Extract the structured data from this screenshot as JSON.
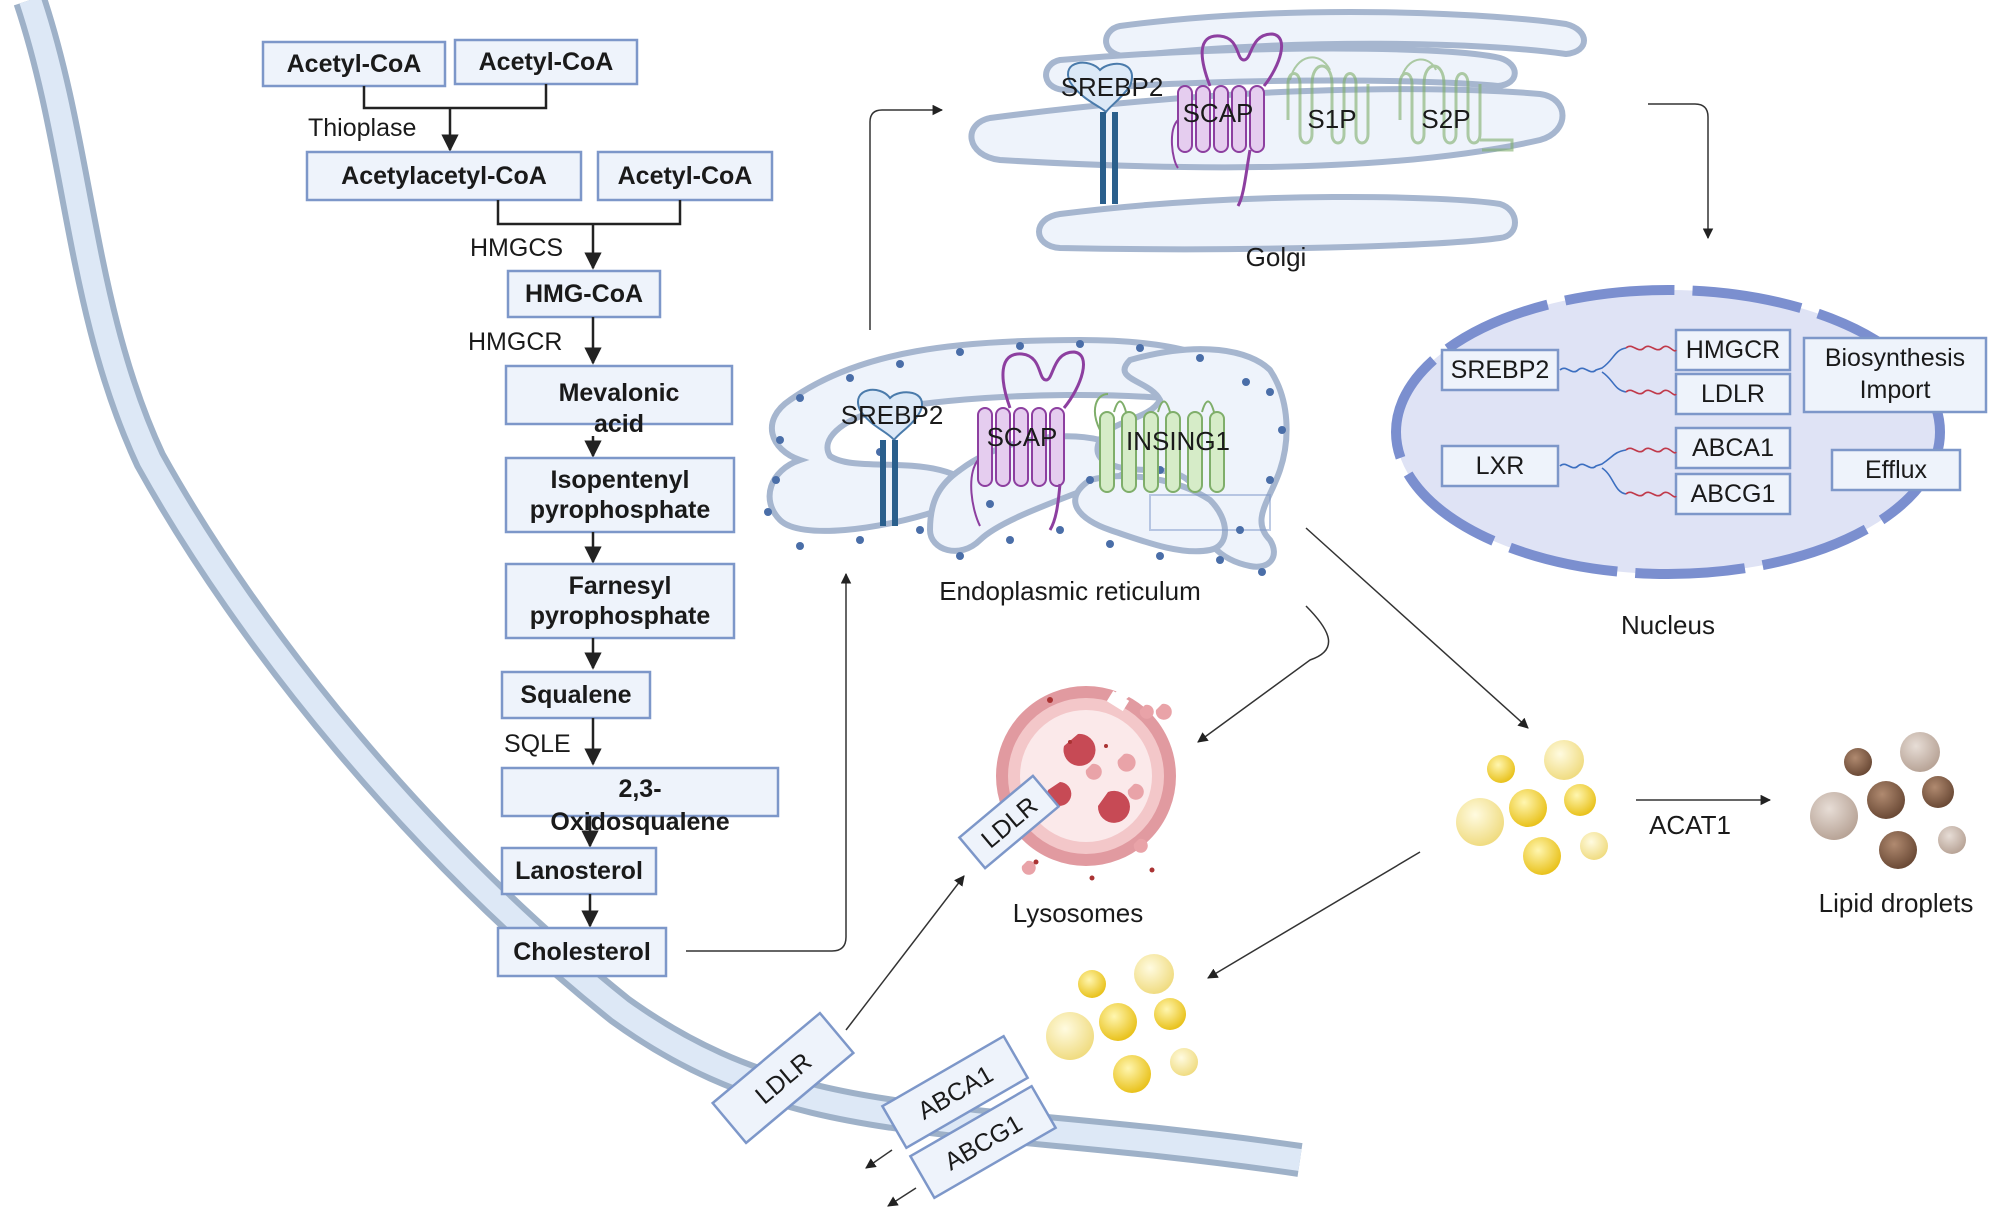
{
  "pathway": {
    "acetyl_coa": "Acetyl-CoA",
    "thioplase": "Thioplase",
    "acetylacetyl_coa": "Acetylacetyl-CoA",
    "hmgcs": "HMGCS",
    "hmg_coa": "HMG-CoA",
    "hmgcr": "HMGCR",
    "mevalonic_acid": [
      "Mevalonic",
      "acid"
    ],
    "ipp": [
      "Isopentenyl",
      "pyrophosphate"
    ],
    "fpp": [
      "Farnesyl",
      "pyrophosphate"
    ],
    "squalene": "Squalene",
    "sqle": "SQLE",
    "oxidosqualene": [
      "2,3-",
      "Oxidosqualene"
    ],
    "lanosterol": "Lanosterol",
    "cholesterol": "Cholesterol"
  },
  "golgi": {
    "label": "Golgi",
    "srebp2": "SREBP2",
    "scap": "SCAP",
    "s1p": "S1P",
    "s2p": "S2P"
  },
  "er": {
    "label": "Endoplasmic reticulum",
    "srebp2": "SREBP2",
    "scap": "SCAP",
    "insig1": "INSING1"
  },
  "nucleus": {
    "label": "Nucleus",
    "srebp2": "SREBP2",
    "lxr": "LXR",
    "hmgcr": "HMGCR",
    "ldlr": "LDLR",
    "abca1": "ABCA1",
    "abcg1": "ABCG1",
    "biosynthesis": "Biosynthesis",
    "import": "Import",
    "efflux": "Efflux"
  },
  "lysosomes": {
    "label": "Lysosomes",
    "ldlr": "LDLR"
  },
  "lipid": {
    "acat1": "ACAT1",
    "lipid_droplets": "Lipid droplets"
  },
  "membrane": {
    "ldlr": "LDLR",
    "abca1": "ABCA1",
    "abcg1": "ABCG1"
  },
  "colors": {
    "box_fill": "#eef3fb",
    "box_stroke": "#7d97c9",
    "membrane": "#9eb1c8",
    "golgi": "#b5c4da",
    "nucleus": "#dfe3f5",
    "lysosome": "#e9a3a8",
    "scap": "#8d3fa0",
    "insig": "#7fae6a",
    "srebp": "#2a5f8c",
    "droplet_yellow": "#f1cd2b",
    "droplet_brown": "#7a5a45"
  }
}
